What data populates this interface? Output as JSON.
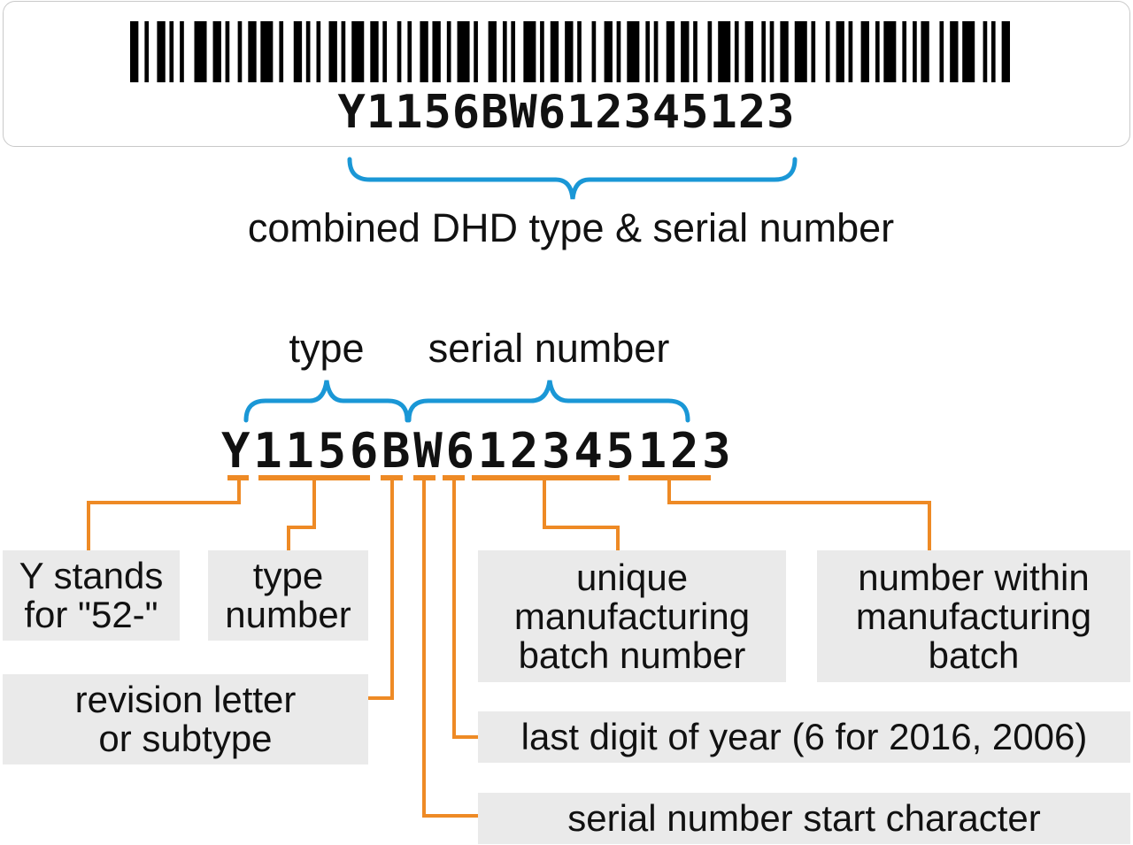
{
  "label": {
    "code": "Y1156BW612345123"
  },
  "top_caption": "combined DHD type & serial number",
  "headers": {
    "type": "type",
    "serial": "serial number"
  },
  "code_breakdown": "Y1156BW612345123",
  "annotations": {
    "y_prefix": [
      "Y stands",
      "for \"52-\""
    ],
    "type_number": [
      "type",
      "number"
    ],
    "revision": [
      "revision letter",
      "or subtype"
    ],
    "batch": [
      "unique",
      "manufacturing",
      "batch number"
    ],
    "within_batch": [
      "number within",
      "manufacturing",
      "batch"
    ],
    "year_digit": "last digit of year (6 for 2016, 2006)",
    "start_char": "serial number start character"
  },
  "colors": {
    "brace_blue": "#1a97d6",
    "connector_orange": "#ee8a25",
    "box_gray": "#eaeaea",
    "text": "#111111"
  }
}
